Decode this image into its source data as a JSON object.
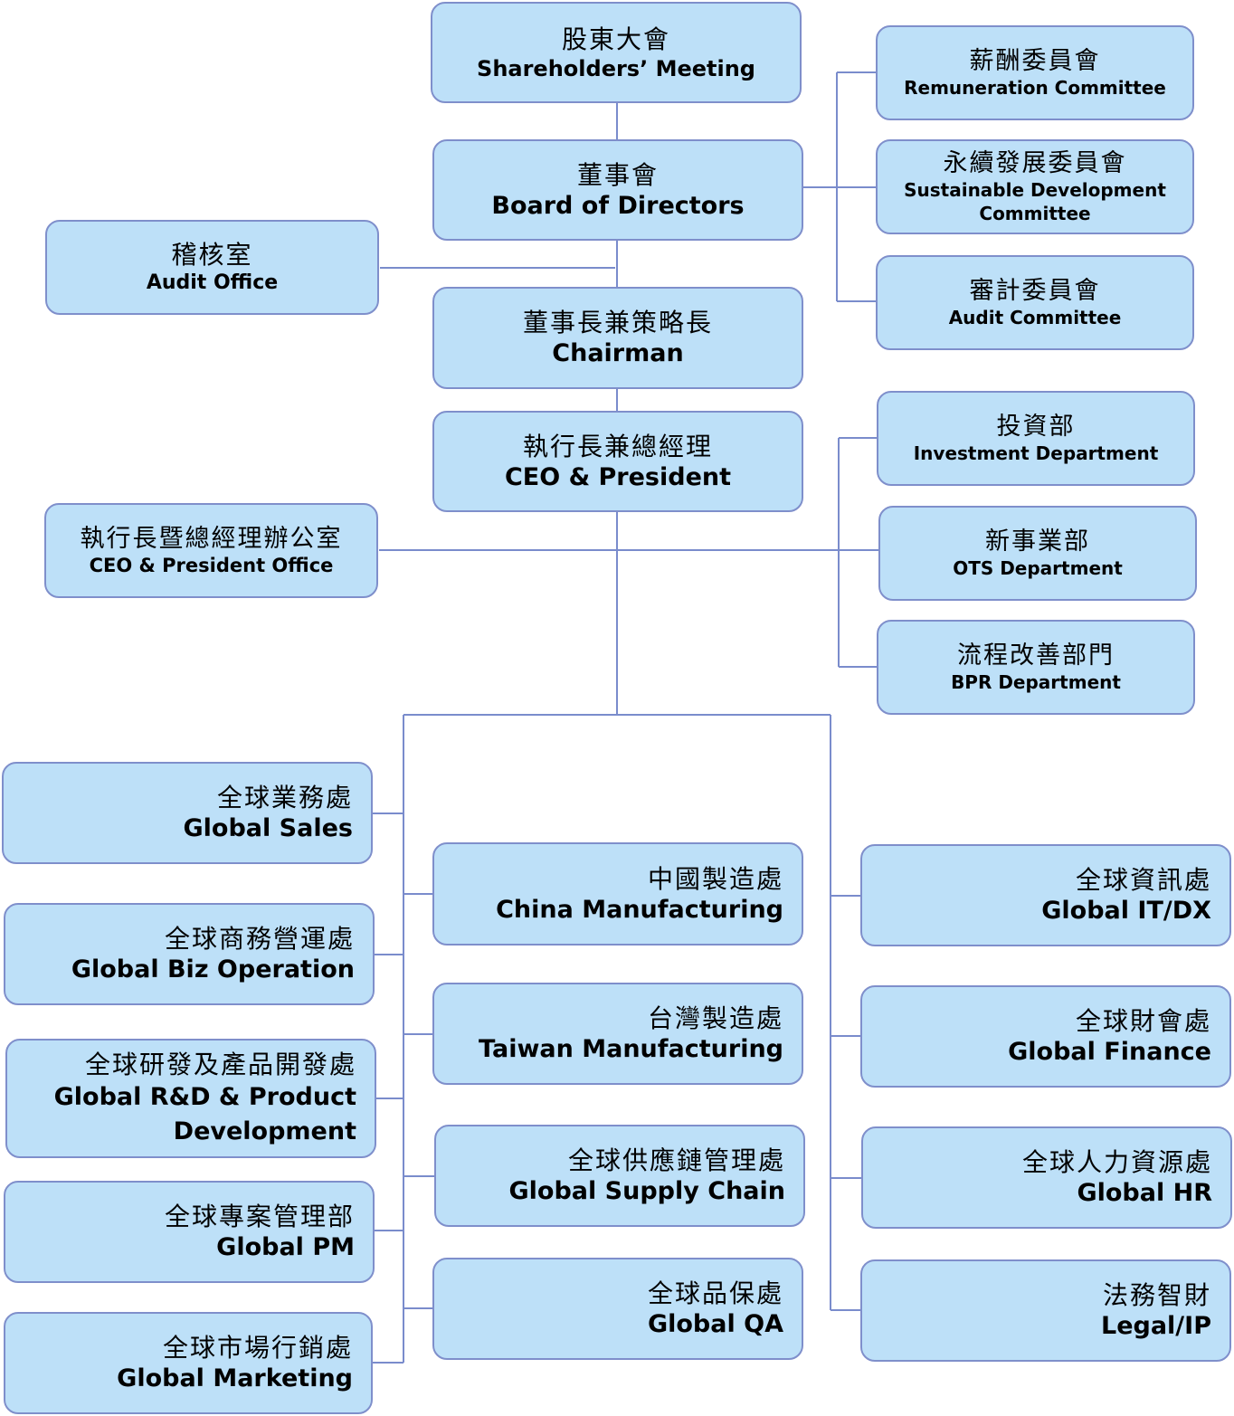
{
  "nodes": {
    "shareholders": {
      "zh": "股東大會",
      "en": "Shareholders’ Meeting"
    },
    "board": {
      "zh": "董事會",
      "en": "Board of Directors"
    },
    "audit_office": {
      "zh": "稽核室",
      "en": "Audit Office"
    },
    "chairman": {
      "zh": "董事長兼策略長",
      "en": "Chairman"
    },
    "ceo": {
      "zh": "執行長兼總經理",
      "en": "CEO & President"
    },
    "ceo_office": {
      "zh": "執行長暨總經理辦公室",
      "en": "CEO & President Office"
    },
    "remuneration": {
      "zh": "薪酬委員會",
      "en": "Remuneration Committee"
    },
    "sustainable": {
      "zh": "永續發展委員會",
      "en": "Sustainable Development Committee"
    },
    "audit_committee": {
      "zh": "審計委員會",
      "en": "Audit Committee"
    },
    "investment": {
      "zh": "投資部",
      "en": "Investment Department"
    },
    "ots": {
      "zh": "新事業部",
      "en": "OTS Department"
    },
    "bpr": {
      "zh": "流程改善部門",
      "en": "BPR Department"
    },
    "global_sales": {
      "zh": "全球業務處",
      "en": "Global Sales"
    },
    "global_biz_op": {
      "zh": "全球商務營運處",
      "en": "Global Biz Operation"
    },
    "global_rd": {
      "zh": "全球研發及產品開發處",
      "en": "Global R&D & Product Development"
    },
    "global_pm": {
      "zh": "全球專案管理部",
      "en": "Global PM"
    },
    "global_marketing": {
      "zh": "全球市場行銷處",
      "en": "Global Marketing"
    },
    "china_mfg": {
      "zh": "中國製造處",
      "en": "China Manufacturing"
    },
    "taiwan_mfg": {
      "zh": "台灣製造處",
      "en": "Taiwan Manufacturing"
    },
    "supply_chain": {
      "zh": "全球供應鏈管理處",
      "en": "Global Supply Chain"
    },
    "global_qa": {
      "zh": "全球品保處",
      "en": "Global QA"
    },
    "global_it": {
      "zh": "全球資訊處",
      "en": "Global IT/DX"
    },
    "global_finance": {
      "zh": "全球財會處",
      "en": "Global Finance"
    },
    "global_hr": {
      "zh": "全球人力資源處",
      "en": "Global HR"
    },
    "legal_ip": {
      "zh": "法務智財",
      "en": "Legal/IP"
    }
  },
  "colors": {
    "box_fill": "#bde0f8",
    "box_border": "#7f8fcb",
    "connector": "#7a8ccc"
  }
}
